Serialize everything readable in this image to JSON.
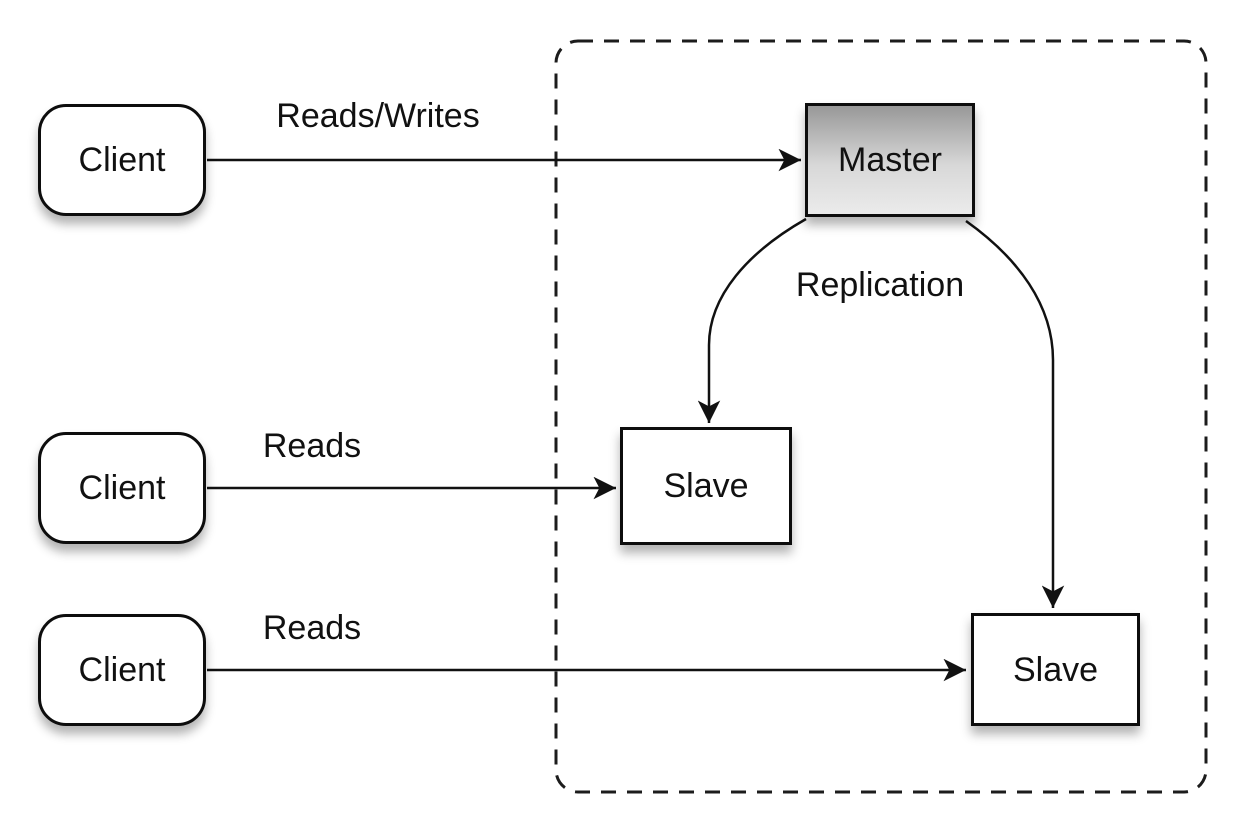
{
  "diagram": {
    "kind": "master-slave replication architecture diagram",
    "nodes": {
      "client_1": {
        "label": "Client",
        "shape": "rounded-rectangle"
      },
      "client_2": {
        "label": "Client",
        "shape": "rounded-rectangle"
      },
      "client_3": {
        "label": "Client",
        "shape": "rounded-rectangle"
      },
      "master": {
        "label": "Master",
        "shape": "rectangle-gradient"
      },
      "slave_1": {
        "label": "Slave",
        "shape": "rectangle"
      },
      "slave_2": {
        "label": "Slave",
        "shape": "rectangle"
      }
    },
    "edges": {
      "client1_to_master": {
        "label": "Reads/Writes",
        "from": "client_1",
        "to": "master",
        "style": "straight-arrow"
      },
      "client2_to_slave1": {
        "label": "Reads",
        "from": "client_2",
        "to": "slave_1",
        "style": "straight-arrow"
      },
      "client3_to_slave2": {
        "label": "Reads",
        "from": "client_3",
        "to": "slave_2",
        "style": "straight-arrow"
      },
      "master_to_slave1": {
        "label": "Replication",
        "from": "master",
        "to": "slave_1",
        "style": "curved-arrow"
      },
      "master_to_slave2": {
        "label": "Replication",
        "from": "master",
        "to": "slave_2",
        "style": "curved-arrow"
      }
    },
    "boundary": {
      "description": "dashed rounded rectangle enclosing master and slaves"
    },
    "colors": {
      "background": "#ffffff",
      "stroke": "#111111",
      "node_fill": "#ffffff",
      "master_gradient_top": "#989898",
      "master_gradient_bottom": "#ebebeb",
      "shadow": "rgba(0,0,0,0.30)"
    }
  }
}
